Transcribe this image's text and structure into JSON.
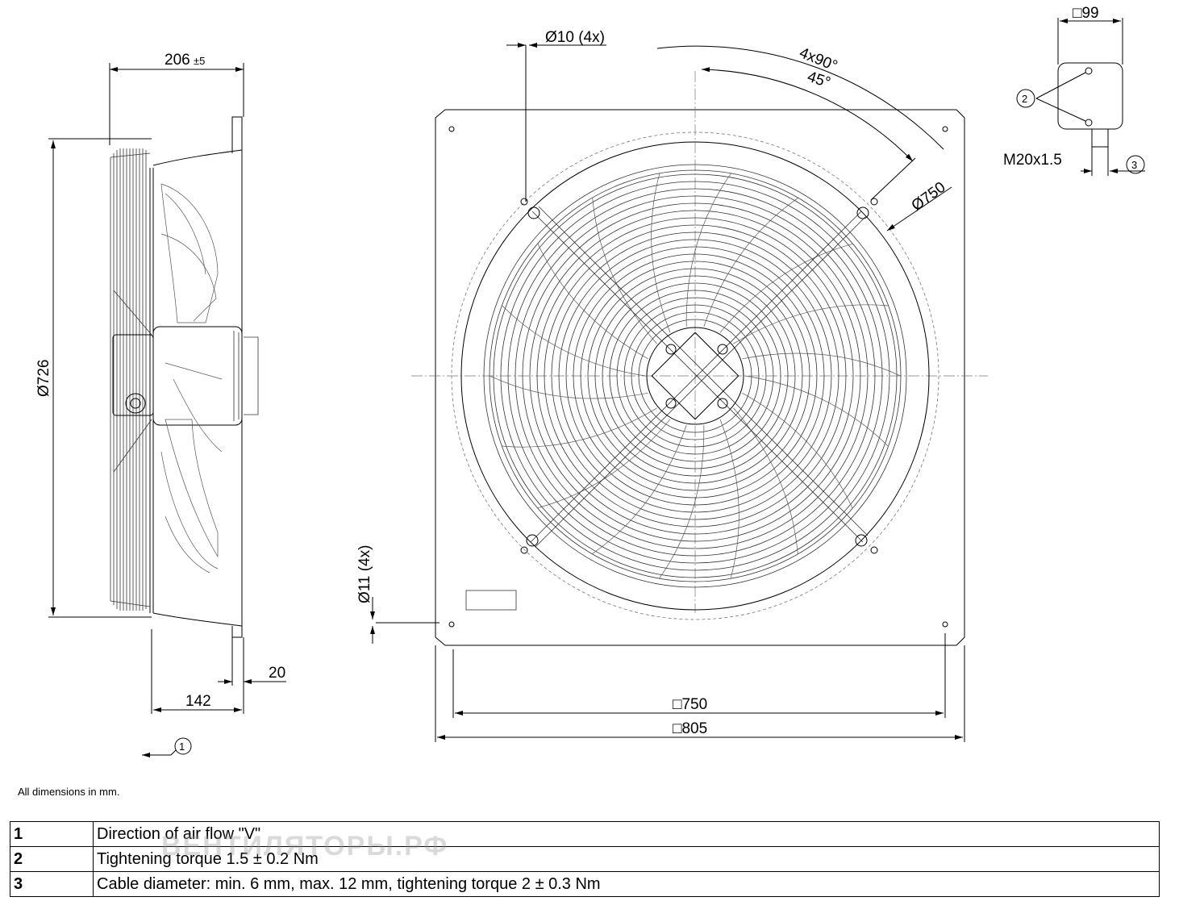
{
  "dimensions": {
    "depth": "206",
    "depth_tol": "±5",
    "outer_diameter": "Ø726",
    "depth_142": "142",
    "flange_20": "20",
    "hole_10": "Ø10 (4x)",
    "hole_11": "Ø11 (4x)",
    "angle_4x90": "4x90°",
    "angle_45": "45°",
    "ring_diameter": "Ø750",
    "square_750": "□750",
    "square_805": "□805",
    "box_99": "□99",
    "gland": "M20x1.5"
  },
  "callouts": [
    "1",
    "2",
    "3"
  ],
  "note": "All dimensions in mm.",
  "legend": [
    {
      "num": "1",
      "text": "Direction of air flow \"V\""
    },
    {
      "num": "2",
      "text": "Tightening torque 1.5 ± 0.2 Nm"
    },
    {
      "num": "3",
      "text": "Cable diameter: min. 6 mm, max. 12 mm, tightening torque 2 ± 0.3 Nm"
    }
  ],
  "watermark": "ВЕНТИЛЯТОРЫ.РФ",
  "colors": {
    "line": "#000000",
    "background": "#ffffff"
  }
}
